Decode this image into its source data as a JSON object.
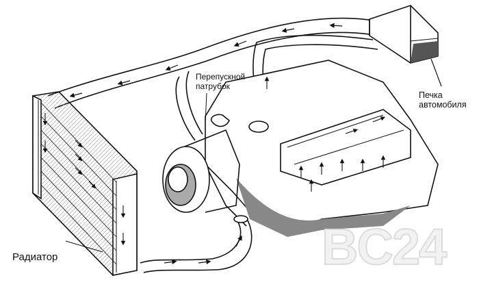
{
  "labels": {
    "bypass": [
      "Перепускной",
      "патрубок"
    ],
    "heater": [
      "Печка",
      "автомобиля"
    ],
    "radiator": "Радиатор"
  },
  "watermark": "BC24"
}
